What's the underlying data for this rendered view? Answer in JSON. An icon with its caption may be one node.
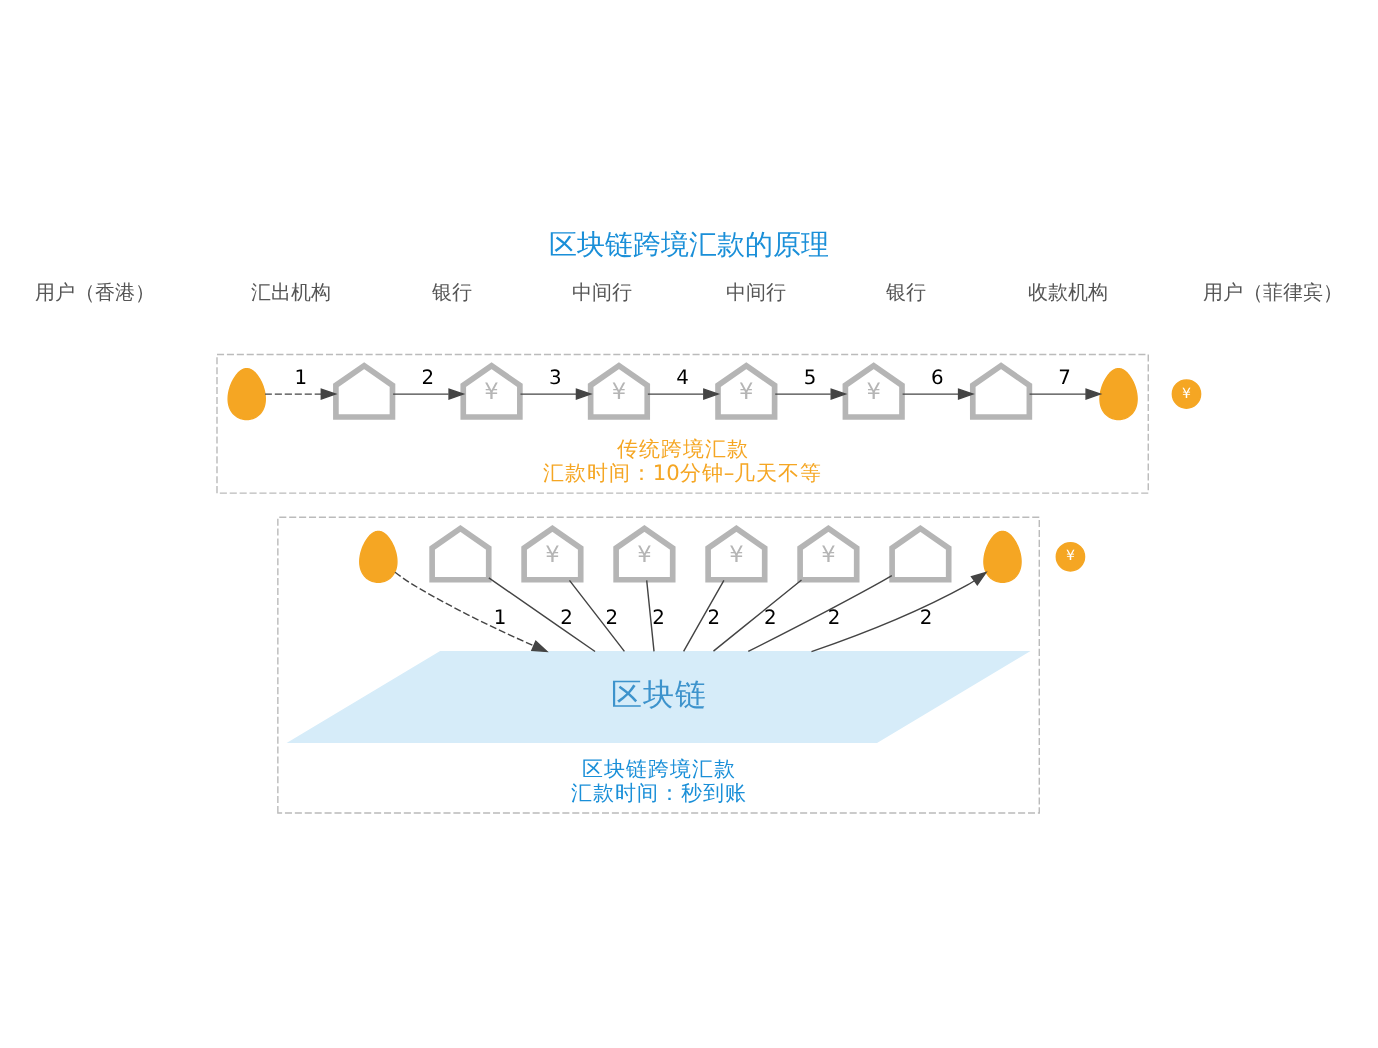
{
  "diagram": {
    "title": "区块链跨境汇款的原理",
    "nodes": [
      {
        "text": [
          "传统跨境汇款",
          "汇款时间：10分钟–几天不等"
        ]
      },
      {
        "text": [],
        "shape": "person",
        "in": 0
      },
      {
        "text": [],
        "shape": "house",
        "in": 0
      },
      {
        "text": [
          "¥"
        ],
        "in": 0
      },
      {
        "text": [
          "¥"
        ],
        "in": 0
      },
      {
        "text": [
          "¥"
        ],
        "in": 0
      },
      {
        "text": [
          "¥"
        ],
        "in": 0
      },
      {
        "text": [],
        "shape": "house",
        "in": 0
      },
      {
        "text": [],
        "shape": "person",
        "in": 0
      },
      {
        "text": [
          "区块链跨境汇款",
          "汇款时间：秒到账"
        ]
      },
      {
        "text": [],
        "shape": "person",
        "in": 9
      },
      {
        "text": [],
        "shape": "house",
        "in": 9
      },
      {
        "text": [
          "¥"
        ],
        "in": 9
      },
      {
        "text": [
          "¥"
        ],
        "in": 9
      },
      {
        "text": [
          "¥"
        ],
        "in": 9
      },
      {
        "text": [
          "¥"
        ],
        "in": 9
      },
      {
        "text": [],
        "shape": "house",
        "in": 9
      },
      {
        "text": [],
        "shape": "person",
        "in": 9
      },
      {
        "text": [
          "区块链"
        ],
        "in": 9
      }
    ],
    "edges": [
      {
        "from": 1,
        "to": 2,
        "arrow": "to",
        "label": "1",
        "style": "dashed"
      },
      {
        "from": 2,
        "to": 3,
        "arrow": "to",
        "label": "2"
      },
      {
        "from": 3,
        "to": 4,
        "arrow": "to",
        "label": "3"
      },
      {
        "from": 4,
        "to": 5,
        "arrow": "to",
        "label": "4"
      },
      {
        "from": 5,
        "to": 6,
        "arrow": "to",
        "label": "5"
      },
      {
        "from": 6,
        "to": 7,
        "arrow": "to",
        "label": "6"
      },
      {
        "from": 7,
        "to": 8,
        "arrow": "to",
        "label": "7"
      },
      {
        "from": 10,
        "to": 18,
        "arrow": "to",
        "label": "1",
        "style": "dashed"
      },
      {
        "from": 11,
        "to": 18,
        "arrow": "none",
        "label": "2"
      },
      {
        "from": 12,
        "to": 18,
        "arrow": "none",
        "label": "2"
      },
      {
        "from": 13,
        "to": 18,
        "arrow": "none",
        "label": "2"
      },
      {
        "from": 14,
        "to": 18,
        "arrow": "none",
        "label": "2"
      },
      {
        "from": 15,
        "to": 18,
        "arrow": "none",
        "label": "2"
      },
      {
        "from": 16,
        "to": 18,
        "arrow": "none",
        "label": "2"
      },
      {
        "from": 18,
        "to": 17,
        "arrow": "to",
        "label": "2"
      }
    ],
    "labels": [
      "用户（香港）",
      "汇出机构",
      "银行",
      "中间行",
      "中间行",
      "银行",
      "收款机构",
      "用户（菲律宾）",
      "¥",
      "¥"
    ]
  }
}
